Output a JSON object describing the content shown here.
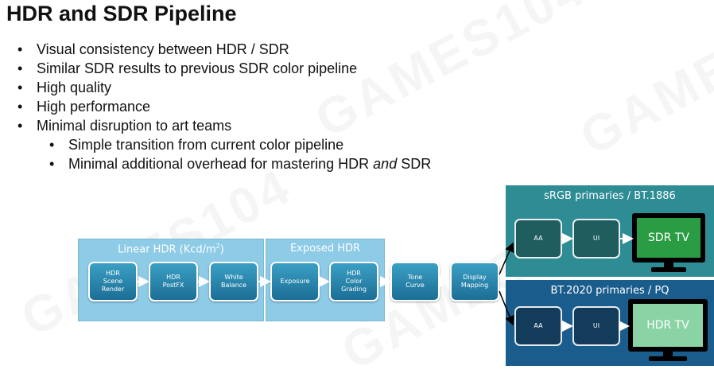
{
  "title": "HDR and SDR Pipeline",
  "bullets": [
    "Visual consistency between HDR / SDR",
    "Similar SDR results to previous SDR color pipeline",
    "High quality",
    "High performance",
    "Minimal disruption to art teams"
  ],
  "sub_bullets": [
    "Simple transition from current color pipeline",
    {
      "before": "Minimal additional overhead for mastering HDR ",
      "emph": "and",
      "after": " SDR"
    }
  ],
  "diagram": {
    "linear_hdr": {
      "title": "Linear HDR (Kcd/m",
      "sup": "2",
      "title_end": ")",
      "nodes": [
        "HDR\nScene\nRender",
        "HDR\nPostFX",
        "White\nBalance"
      ]
    },
    "exposed_hdr": {
      "title": "Exposed HDR",
      "nodes": [
        "Exposure",
        "HDR\nColor\nGrading"
      ]
    },
    "tone_curve": "Tone\nCurve",
    "display_mapping": "Display\nMapping",
    "srgb_branch": {
      "title": "sRGB primaries / BT.1886",
      "nodes": [
        "AA",
        "UI"
      ],
      "tv": "SDR TV"
    },
    "bt2020_branch": {
      "title": "BT.2020 primaries / PQ",
      "nodes": [
        "AA",
        "UI"
      ],
      "tv": "HDR TV"
    }
  },
  "colors": {
    "light_panel": "#8ecbe7",
    "sdr_panel": "#2e8c95",
    "hdr_panel": "#1a5d8c",
    "sdr_tv": "#2a9d44",
    "hdr_tv": "#8ad3a5"
  }
}
